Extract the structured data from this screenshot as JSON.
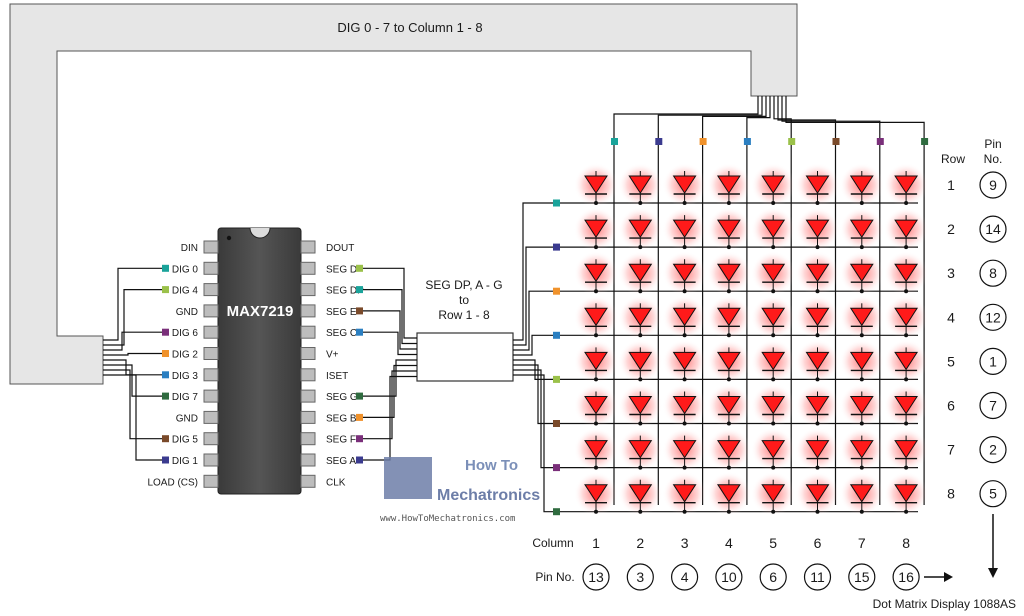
{
  "bus": {
    "top_label": "DIG 0 - 7  to  Column 1 - 8",
    "seg_label_line1": "SEG DP, A - G",
    "seg_label_line2": "to",
    "seg_label_line3": "Row 1 - 8"
  },
  "chip": {
    "name": "MAX7219",
    "left_pins": [
      "DIN",
      "DIG 0",
      "DIG 4",
      "GND",
      "DIG 6",
      "DIG 2",
      "DIG 3",
      "DIG 7",
      "GND",
      "DIG 5",
      "DIG 1",
      "LOAD (CS)"
    ],
    "right_pins": [
      "DOUT",
      "SEG D",
      "SEG DP",
      "SEG E",
      "SEG C",
      "V+",
      "ISET",
      "SEG G",
      "SEG B",
      "SEG F",
      "SEG A",
      "CLK"
    ]
  },
  "wire_colors": {
    "DIG 0": "#1aa39a",
    "DIG 1": "#3b3b8f",
    "DIG 2": "#f0922b",
    "DIG 3": "#2b7fc1",
    "DIG 4": "#9bc14a",
    "DIG 5": "#7a4a2a",
    "DIG 6": "#7a2f7a",
    "DIG 7": "#2f6b3f",
    "SEG DP": "#1aa39a",
    "SEG A": "#3b3b8f",
    "SEG B": "#f0922b",
    "SEG C": "#2b7fc1",
    "SEG D": "#9bc14a",
    "SEG E": "#7a4a2a",
    "SEG F": "#7a2f7a",
    "SEG G": "#2f6b3f"
  },
  "matrix": {
    "row_header": "Row",
    "pin_header_line1": "Pin",
    "pin_header_line2": "No.",
    "rows": [
      "1",
      "2",
      "3",
      "4",
      "5",
      "6",
      "7",
      "8"
    ],
    "row_pins": [
      "9",
      "14",
      "8",
      "12",
      "1",
      "7",
      "2",
      "5"
    ],
    "column_header": "Column",
    "columns": [
      "1",
      "2",
      "3",
      "4",
      "5",
      "6",
      "7",
      "8"
    ],
    "column_pin_header": "Pin No.",
    "column_pins": [
      "13",
      "3",
      "4",
      "10",
      "6",
      "11",
      "15",
      "16"
    ],
    "display_name": "Dot Matrix Display 1088AS",
    "led_color": "#ff1a1a"
  },
  "logo": {
    "line1": "How To",
    "line2": "Mechatronics",
    "url": "www.HowToMechatronics.com"
  }
}
